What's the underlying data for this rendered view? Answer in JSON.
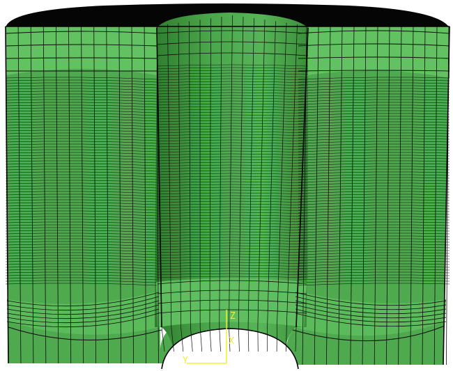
{
  "viewport": {
    "background": "#ffffff",
    "mesh_fill": "#4faa4f",
    "mesh_fill_light": "#62c262",
    "mesh_fill_dark": "#3d8f3d",
    "mesh_edge": "#0a0a0a",
    "top_face": "#050505"
  },
  "triad": {
    "color": "#f2ee3a",
    "labels": {
      "z": "Z",
      "x": "X",
      "y": "Y"
    }
  }
}
